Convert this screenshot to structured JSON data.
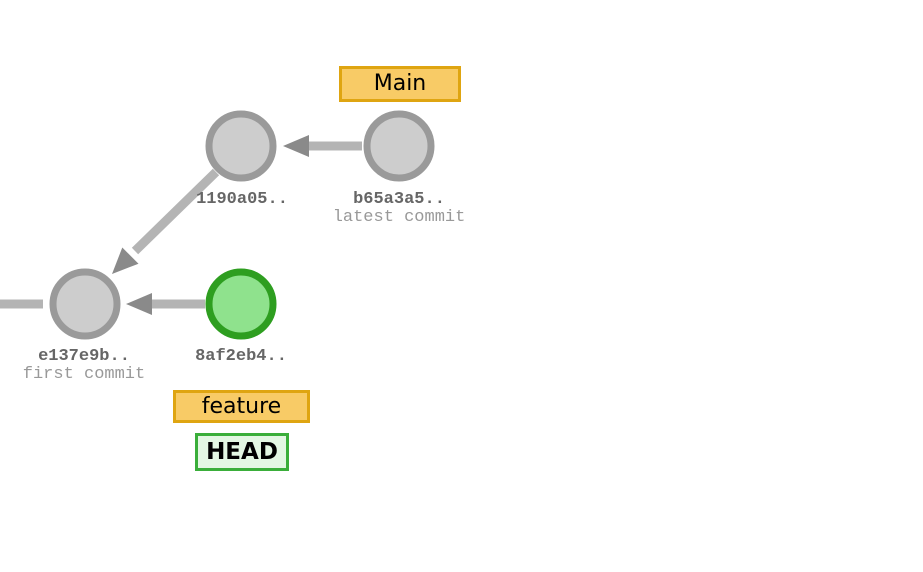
{
  "colors": {
    "background": "#ffffff",
    "commit_fill": "#cdcdcd",
    "commit_stroke": "#9a9a9a",
    "head_commit_fill": "#8fe28d",
    "head_commit_stroke": "#2e9e20",
    "branch_label_fill": "#f8cb66",
    "branch_label_border": "#dfa511",
    "head_label_fill": "#e3f7e3",
    "head_label_border": "#3aae3a",
    "edge_color": "#b4b4b4",
    "arrowhead_color": "#8a8a8a",
    "hash_text_color": "#666666",
    "message_text_color": "#999999"
  },
  "branch_labels": {
    "main": "Main",
    "feature": "feature",
    "head": "HEAD"
  },
  "commits": [
    {
      "hash": "1190a05..",
      "message": ""
    },
    {
      "hash": "b65a3a5..",
      "message": "latest commit"
    },
    {
      "hash": "e137e9b..",
      "message": "first commit"
    },
    {
      "hash": "8af2eb4..",
      "message": ""
    }
  ]
}
